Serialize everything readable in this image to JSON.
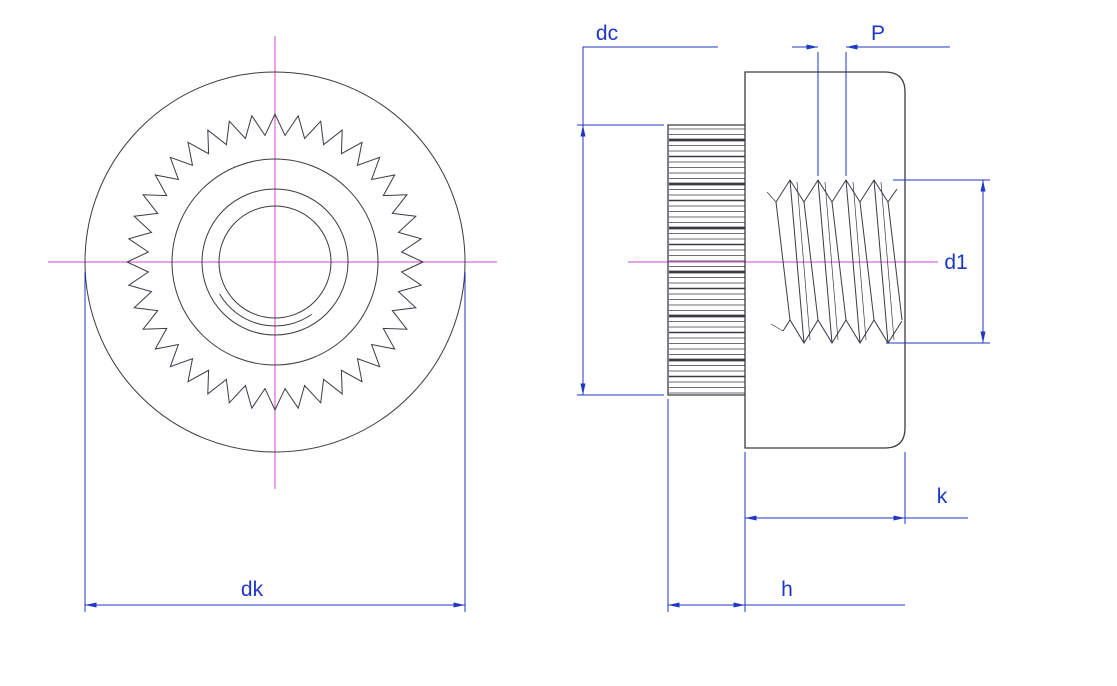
{
  "labels": {
    "dk": "dk",
    "dc": "dc",
    "p": "P",
    "d1": "d1",
    "k": "k",
    "h": "h"
  },
  "colors": {
    "outline": "#3a3a43",
    "dim": "#1f36c7",
    "center": "#d044d0",
    "bg": "#ffffff"
  }
}
